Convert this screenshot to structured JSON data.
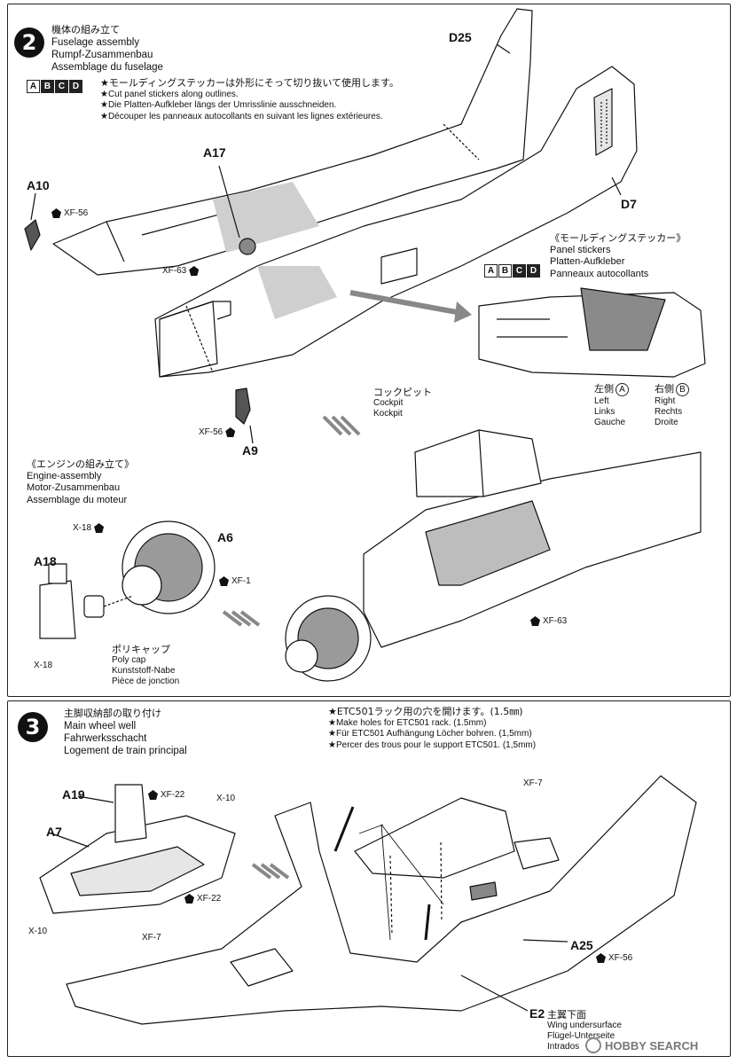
{
  "step2": {
    "number": "2",
    "title": [
      "機体の組み立て",
      "Fuselage assembly",
      "Rumpf-Zusammenbau",
      "Assemblage du fuselage"
    ],
    "badges": [
      "A",
      "B",
      "C",
      "D"
    ],
    "notes": [
      "★モールディングステッカーは外形にそって切り抜いて使用します。",
      "★Cut panel stickers along outlines.",
      "★Die Platten-Aufkleber längs der Umrisslinie ausschneiden.",
      "★Découper les panneaux autocollants en suivant les lignes extérieures."
    ],
    "parts": {
      "d25": "D25",
      "d7": "D7",
      "a17": "A17",
      "a10": "A10",
      "a9": "A9",
      "a6": "A6",
      "a18": "A18"
    },
    "paints": {
      "xf56_top": "XF-56",
      "xf63_top": "XF-63",
      "xf56_bottom": "XF-56",
      "x18_engine": "X-18",
      "xf1": "XF-1",
      "x18_bottom": "X-18",
      "xf63_cockpit": "XF-63"
    },
    "panel_stickers": {
      "title": [
        "《モールディングステッカー》",
        "Panel stickers",
        "Platten-Aufkleber",
        "Panneaux autocollants"
      ],
      "badges": [
        "A",
        "B",
        "C",
        "D"
      ],
      "left": {
        "mark": "A",
        "labels": [
          "左側",
          "Left",
          "Links",
          "Gauche"
        ]
      },
      "right": {
        "mark": "B",
        "labels": [
          "右側",
          "Right",
          "Rechts",
          "Droite"
        ]
      }
    },
    "cockpit": [
      "コックピット",
      "Cockpit",
      "Kockpit"
    ],
    "engine": {
      "title": [
        "《エンジンの組み立て》",
        "Engine-assembly",
        "Motor-Zusammenbau",
        "Assemblage du moteur"
      ]
    },
    "polycap": [
      "ポリキャップ",
      "Poly cap",
      "Kunststoff-Nabe",
      "Pièce de jonction"
    ]
  },
  "step3": {
    "number": "3",
    "title": [
      "主脚収納部の取り付け",
      "Main wheel well",
      "Fahrwerksschacht",
      "Logement de train principal"
    ],
    "notes": [
      "★ETC501ラック用の穴を開けます。(1.5㎜)",
      "★Make holes for ETC501 rack. (1.5mm)",
      "★Für ETC501 Aufhängung Löcher bohren. (1,5mm)",
      "★Percer des trous pour le support ETC501. (1,5mm)"
    ],
    "parts": {
      "a19": "A19",
      "a7": "A7",
      "a25": "A25",
      "e2": "E2"
    },
    "paints": {
      "xf22_a": "XF-22",
      "x10_a": "X-10",
      "xf22_b": "XF-22",
      "x10_b": "X-10",
      "xf7_right": "XF-7",
      "xf7_left": "XF-7",
      "xf56": "XF-56"
    },
    "e2_labels": [
      "主翼下面",
      "Wing undersurface",
      "Flügel-Unterseite",
      "Intrados"
    ]
  },
  "watermark": "HOBBY SEARCH",
  "colors": {
    "ink": "#111111",
    "shade": "#bdbdbd",
    "panel": "#8a8a8a"
  }
}
